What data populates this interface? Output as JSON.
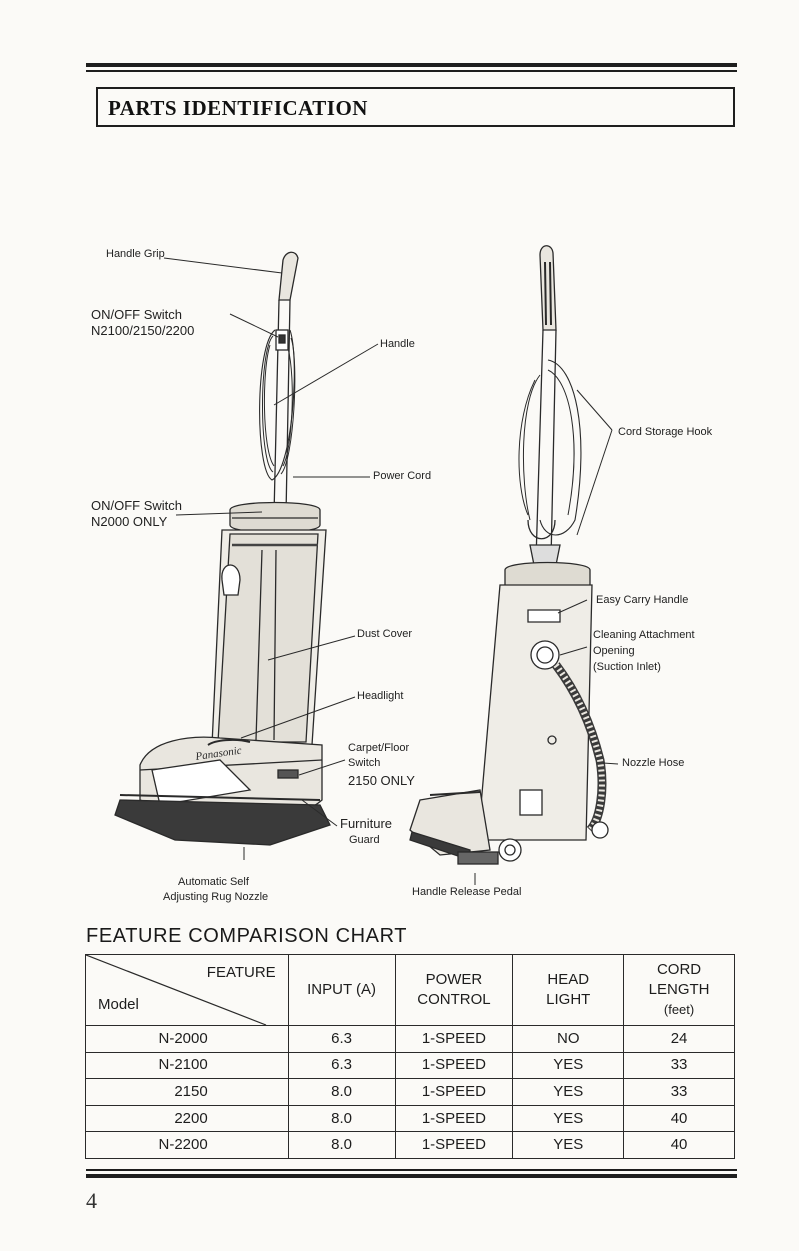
{
  "heading": "PARTS IDENTIFICATION",
  "callouts": {
    "handle_grip": "Handle Grip",
    "onoff_switch_1a": "ON/OFF Switch",
    "onoff_switch_1b": "N2100/2150/2200",
    "handle": "Handle",
    "power_cord": "Power Cord",
    "onoff_switch_2a": "ON/OFF Switch",
    "onoff_switch_2b": "N2000 ONLY",
    "dust_cover": "Dust Cover",
    "headlight": "Headlight",
    "carpet_floor_a": "Carpet/Floor",
    "carpet_floor_b": "Switch",
    "carpet_floor_c": "2150 ONLY",
    "furniture_a": "Furniture",
    "furniture_b": "Guard",
    "rug_nozzle_a": "Automatic Self",
    "rug_nozzle_b": "Adjusting Rug Nozzle",
    "cord_hook": "Cord Storage Hook",
    "easy_carry": "Easy Carry Handle",
    "cleaning_a": "Cleaning Attachment",
    "cleaning_b": "Opening",
    "cleaning_c": "(Suction Inlet)",
    "nozzle_hose": "Nozzle Hose",
    "release_pedal": "Handle Release Pedal",
    "brand_mark": "Panasonic"
  },
  "chart_title": "FEATURE COMPARISON CHART",
  "table": {
    "corner_feature": "FEATURE",
    "corner_model": "Model",
    "headers": [
      [
        "INPUT (A)"
      ],
      [
        "POWER",
        "CONTROL"
      ],
      [
        "HEAD",
        "LIGHT"
      ],
      [
        "CORD",
        "LENGTH",
        "(feet)"
      ]
    ],
    "rows": [
      [
        "N-2000",
        "6.3",
        "1-SPEED",
        "NO",
        "24"
      ],
      [
        "N-2100",
        "6.3",
        "1-SPEED",
        "YES",
        "33"
      ],
      [
        "2150",
        "8.0",
        "1-SPEED",
        "YES",
        "33"
      ],
      [
        "2200",
        "8.0",
        "1-SPEED",
        "YES",
        "40"
      ],
      [
        "N-2200",
        "8.0",
        "1-SPEED",
        "YES",
        "40"
      ]
    ]
  },
  "page_number": "4"
}
